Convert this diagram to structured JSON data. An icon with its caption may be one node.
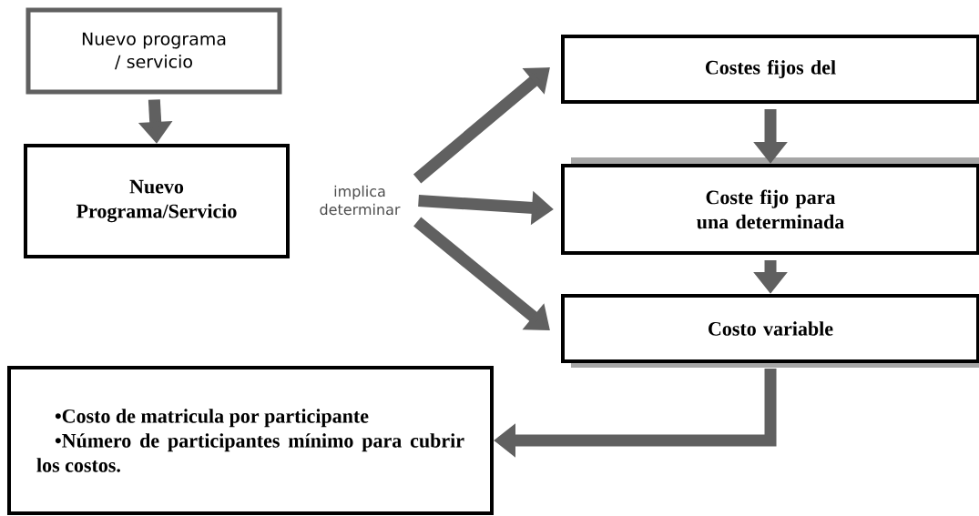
{
  "diagram": {
    "nodes": [
      {
        "text": [
          "Nuevo programa / servicio"
        ]
      },
      {
        "text": [
          "Nuevo Programa/Servicio"
        ]
      },
      {
        "text": [
          "implica determinar"
        ]
      },
      {
        "text": [
          "Costes fijos del"
        ]
      },
      {
        "text": [
          "Coste fijo para una determinada"
        ]
      },
      {
        "text": [
          "Costo variable"
        ]
      },
      {
        "text": [
          "•Costo de matricula por participante",
          "•Número de participantes mínimo para cubrir los costos."
        ]
      }
    ],
    "edges": [
      {
        "from": 0,
        "to": 1,
        "arrow": "to"
      },
      {
        "from": 2,
        "to": 3,
        "arrow": "to"
      },
      {
        "from": 2,
        "to": 4,
        "arrow": "to"
      },
      {
        "from": 2,
        "to": 5,
        "arrow": "to"
      },
      {
        "from": 3,
        "to": 4,
        "arrow": "to"
      },
      {
        "from": 4,
        "to": 5,
        "arrow": "to"
      },
      {
        "from": 5,
        "to": 6,
        "arrow": "to"
      }
    ]
  }
}
